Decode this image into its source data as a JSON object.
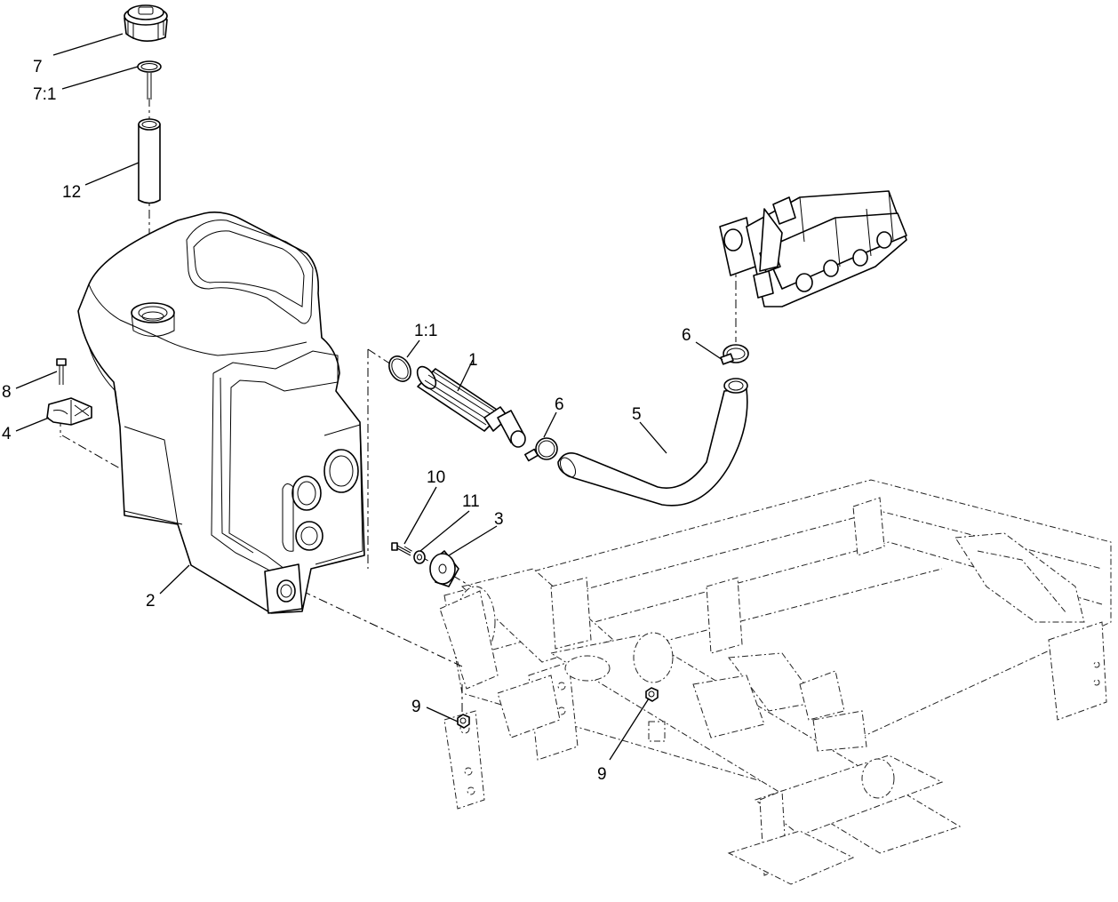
{
  "callouts": {
    "c7": "7",
    "c7_1": "7:1",
    "c12": "12",
    "c8": "8",
    "c4": "4",
    "c2": "2",
    "c1_1": "1:1",
    "c1": "1",
    "c6a": "6",
    "c6b": "6",
    "c5": "5",
    "c10": "10",
    "c11": "11",
    "c3": "3",
    "c9a": "9",
    "c9b": "9"
  }
}
